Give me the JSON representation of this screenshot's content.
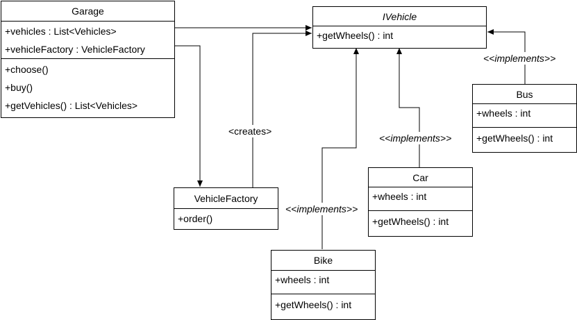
{
  "classes": {
    "garage": {
      "name": "Garage",
      "attributes": [
        "+vehicles : List<Vehicles>",
        "+vehicleFactory : VehicleFactory"
      ],
      "methods": [
        "+choose()",
        "+buy()",
        "+getVehicles() : List<Vehicles>"
      ]
    },
    "ivehicle": {
      "name": "IVehicle",
      "methods": [
        "+getWheels() : int"
      ]
    },
    "vehicle_factory": {
      "name": "VehicleFactory",
      "methods": [
        "+order()"
      ]
    },
    "bus": {
      "name": "Bus",
      "attributes": [
        "+wheels : int"
      ],
      "methods": [
        "+getWheels() : int"
      ]
    },
    "car": {
      "name": "Car",
      "attributes": [
        "+wheels : int"
      ],
      "methods": [
        "+getWheels() : int"
      ]
    },
    "bike": {
      "name": "Bike",
      "attributes": [
        "+wheels : int"
      ],
      "methods": [
        "+getWheels() : int"
      ]
    }
  },
  "relations": {
    "creates": "<creates>",
    "bus_implements": "<<implements>>",
    "car_implements": "<<implements>>",
    "bike_implements": "<<implements>>"
  },
  "colors": {
    "line": "#000000",
    "background": "#ffffff"
  }
}
